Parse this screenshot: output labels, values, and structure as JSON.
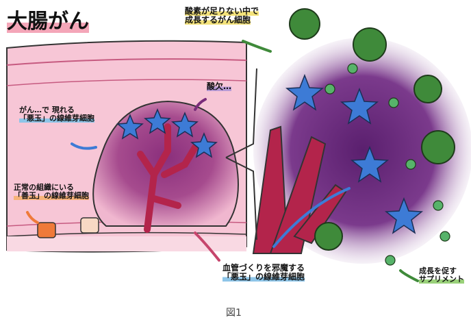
{
  "title": "大腸がん",
  "caption": "図1",
  "labels": {
    "acid": "酸欠…",
    "bad_observed_line1": "がん…で 現れる",
    "bad_observed_line2": "「悪玉」の線維芽細胞",
    "good_normal_line1": "正常の組織にいる",
    "good_normal_line2": "「善玉」の線維芽細胞",
    "oxygen_line1": "酸素が足りない中で",
    "oxygen_line2": "成長するがん細胞",
    "vessel_line1": "血管づくりを邪魔する",
    "vessel_line2": "「悪玉」の線維芽細胞",
    "supplement_line1": "成長を促す",
    "supplement_line2": "サプリメント"
  },
  "colors": {
    "tissue_pink": "#f3b4c8",
    "tissue_dark": "#d9779a",
    "tumor_purple": "#7a2c7a",
    "star_blue": "#3d7bd6",
    "cancer_green": "#3f8a3a",
    "orange_cell": "#ef7a3a",
    "vessel_red": "#b3244b",
    "title_highlight": "#f4a6b8"
  }
}
